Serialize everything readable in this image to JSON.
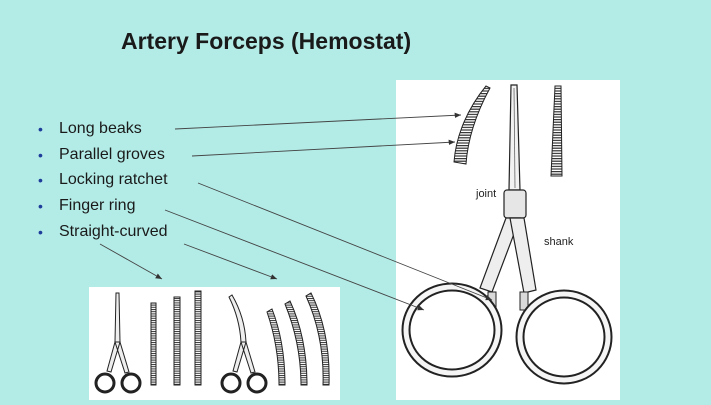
{
  "slide": {
    "title": "Artery Forceps (Hemostat)",
    "bullets": [
      "Long beaks",
      "Parallel groves",
      "Locking ratchet",
      "Finger ring",
      "Straight-curved"
    ],
    "bullet_symbol": "•",
    "figure_labels": {
      "joint": "joint",
      "shank": "shank"
    }
  },
  "colors": {
    "background": "#b3ece7",
    "bullet": "#1e3c9a",
    "text": "#1a1a1a"
  }
}
